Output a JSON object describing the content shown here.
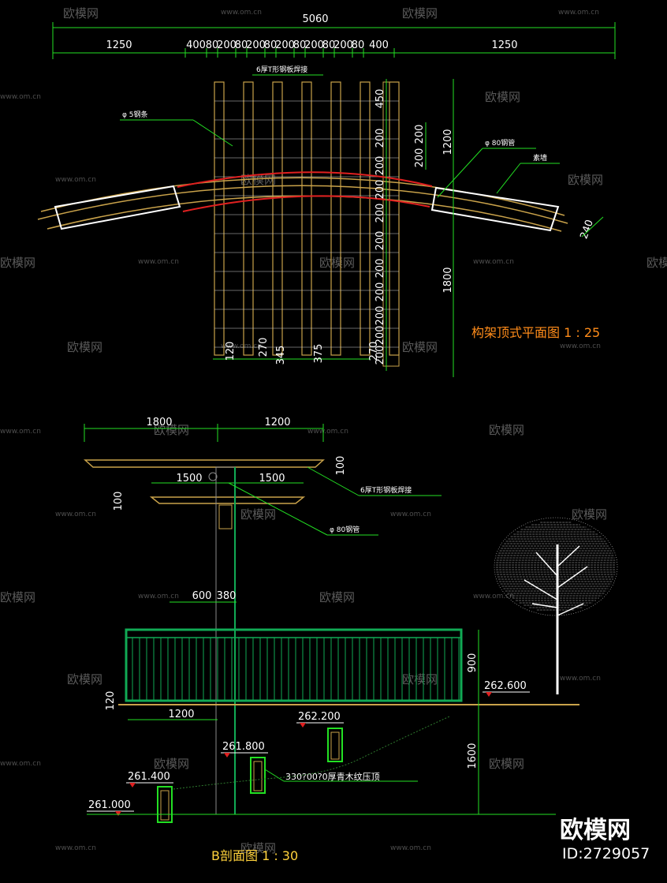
{
  "plan": {
    "overall_dim": "5060",
    "segment_dims": [
      "1250",
      "400",
      "80",
      "200",
      "80",
      "200",
      "80",
      "200",
      "80",
      "200",
      "80",
      "200",
      "80",
      "400",
      "1250"
    ],
    "right_dims": [
      "450",
      "200",
      "200",
      "1200",
      "200",
      "200",
      "200",
      "200",
      "200",
      "200",
      "200",
      "200",
      "200",
      "200",
      "1800"
    ],
    "side_dim": "240",
    "bottom_dims": [
      "120",
      "270",
      "345",
      "375",
      "270"
    ],
    "label_tbar": "6厚T形钢板焊接",
    "label_rod": "φ 5钢条",
    "label_pipe": "φ 80钢管",
    "label_cover": "素墙",
    "title": "构架顶式平面图  1 : 25"
  },
  "section": {
    "top_dims": [
      "1800",
      "1200"
    ],
    "mid_dims": [
      "1500",
      "1500"
    ],
    "side_dims": [
      "100",
      "100"
    ],
    "rail_dims": [
      "600",
      "380"
    ],
    "height_dims": [
      "900",
      "1600"
    ],
    "left_dims": [
      "120",
      "1200"
    ],
    "label_tbar": "6厚T形钢板焊接",
    "label_pipe": "φ 80钢管",
    "label_step": "330?00?0厚青木纹压顶",
    "elevations": [
      "262.600",
      "262.200",
      "261.800",
      "261.400",
      "261.000"
    ],
    "title": "B剖面图   1 : 30"
  },
  "watermark": {
    "text": "欧模网",
    "url": "www.om.cn",
    "brand": "欧模网",
    "id": "ID:2729057"
  },
  "colors": {
    "background": "#000000",
    "dimension": "#23e023",
    "timber": "#c9a24a",
    "highlight": "#e02020",
    "frame": "#11aa55",
    "title": "#ff8c1a"
  }
}
